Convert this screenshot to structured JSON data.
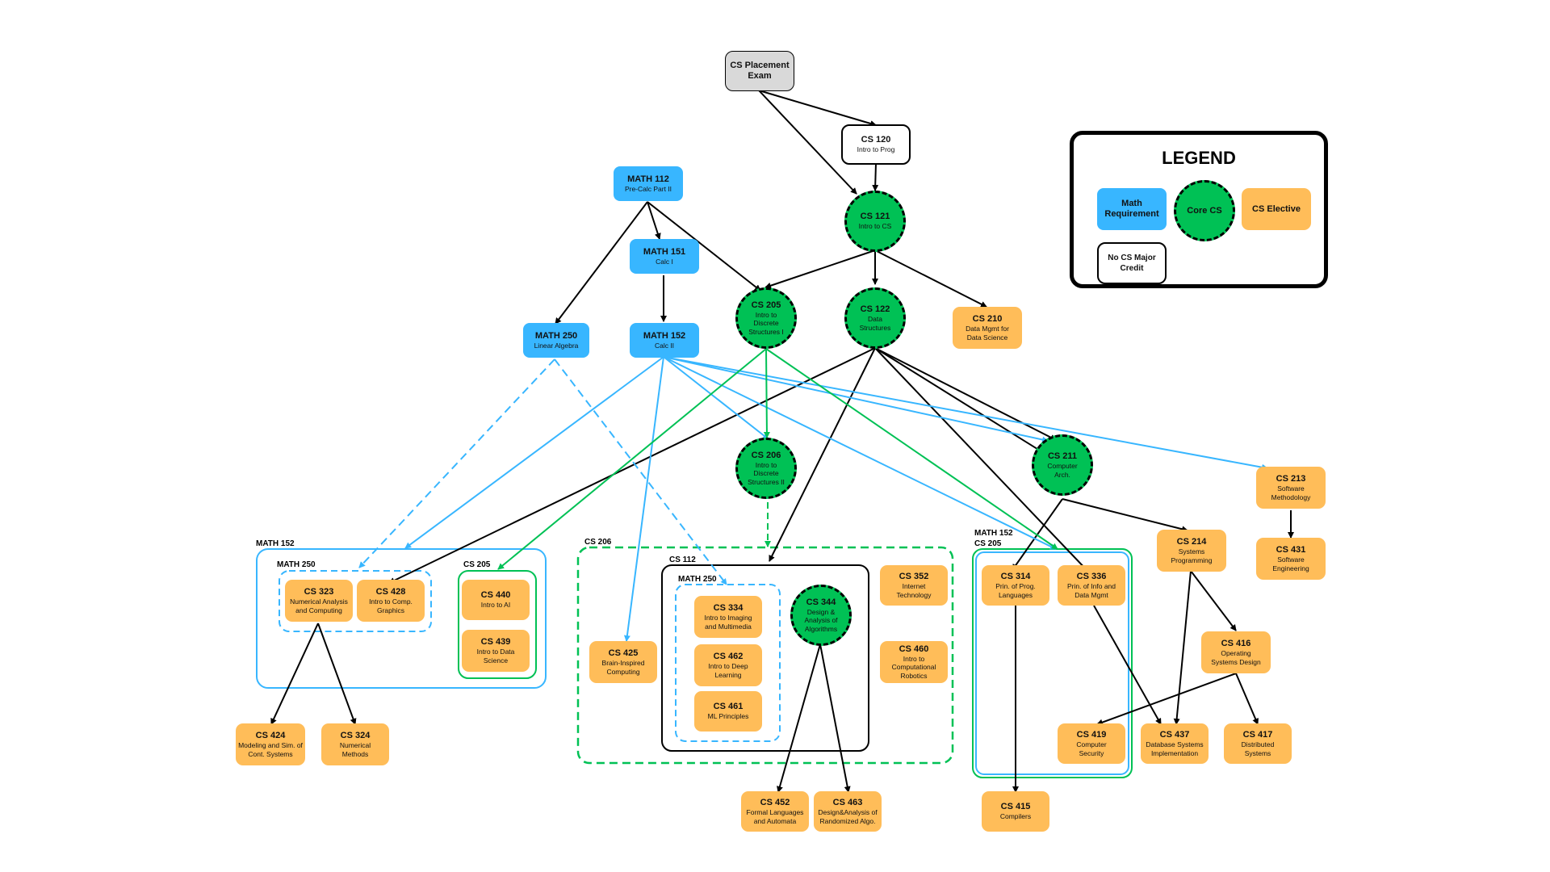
{
  "legend": {
    "title": "LEGEND",
    "math_label": "Math Requirement",
    "core_label": "Core CS",
    "elective_label": "CS Elective",
    "nocredit_label": "No CS Major Credit"
  },
  "colors": {
    "math": "#38b6ff",
    "core": "#00c155",
    "elective": "#ffbd59",
    "exam": "#d9d9d9"
  },
  "groups": {
    "math152_outer": "MATH 152",
    "math250_inner": "MATH 250",
    "cs205_left": "CS 205",
    "cs206_outer": "CS 206",
    "cs112_inner": "CS 112",
    "math250_mid": "MATH 250",
    "math152_cs205_right": "MATH 152\nCS 205"
  },
  "nodes": {
    "exam": {
      "code": "CS Placement Exam",
      "name": ""
    },
    "cs120": {
      "code": "CS 120",
      "name": "Intro to Prog"
    },
    "cs121": {
      "code": "CS 121",
      "name": "Intro to CS"
    },
    "math112": {
      "code": "MATH 112",
      "name": "Pre-Calc Part II"
    },
    "math151": {
      "code": "MATH 151",
      "name": "Calc I"
    },
    "math152": {
      "code": "MATH 152",
      "name": "Calc II"
    },
    "math250": {
      "code": "MATH 250",
      "name": "Linear Algebra"
    },
    "cs205": {
      "code": "CS 205",
      "name": "Intro to Discrete Structures I"
    },
    "cs122": {
      "code": "CS 122",
      "name": "Data Structures"
    },
    "cs210": {
      "code": "CS 210",
      "name": "Data Mgmt for Data Science"
    },
    "cs206": {
      "code": "CS 206",
      "name": "Intro to Discrete Structures II"
    },
    "cs211": {
      "code": "CS 211",
      "name": "Computer Arch."
    },
    "cs213": {
      "code": "CS 213",
      "name": "Software Methodology"
    },
    "cs431": {
      "code": "CS 431",
      "name": "Software Engineering"
    },
    "cs214": {
      "code": "CS 214",
      "name": "Systems Programming"
    },
    "cs323": {
      "code": "CS 323",
      "name": "Numerical Analysis and Computing"
    },
    "cs428": {
      "code": "CS 428",
      "name": "Intro to Comp. Graphics"
    },
    "cs440": {
      "code": "CS 440",
      "name": "Intro to AI"
    },
    "cs439": {
      "code": "CS 439",
      "name": "Intro to Data Science"
    },
    "cs424": {
      "code": "CS 424",
      "name": "Modeling and Sim. of Cont. Systems"
    },
    "cs324": {
      "code": "CS 324",
      "name": "Numerical Methods"
    },
    "cs425": {
      "code": "CS 425",
      "name": "Brain-Inspired Computing"
    },
    "cs334": {
      "code": "CS 334",
      "name": "Intro to Imaging and Multimedia"
    },
    "cs462": {
      "code": "CS 462",
      "name": "Intro to Deep Learning"
    },
    "cs461": {
      "code": "CS 461",
      "name": "ML Principles"
    },
    "cs344": {
      "code": "CS 344",
      "name": "Design & Analysis of Algorithms"
    },
    "cs352": {
      "code": "CS 352",
      "name": "Internet Technology"
    },
    "cs460": {
      "code": "CS 460",
      "name": "Intro to Computational Robotics"
    },
    "cs452": {
      "code": "CS 452",
      "name": "Formal Languages and Automata"
    },
    "cs463": {
      "code": "CS 463",
      "name": "Design&Analysis of Randomized Algo."
    },
    "cs314": {
      "code": "CS 314",
      "name": "Prin. of Prog. Languages"
    },
    "cs336": {
      "code": "CS 336",
      "name": "Prin. of Info and Data Mgmt"
    },
    "cs415": {
      "code": "CS 415",
      "name": "Compilers"
    },
    "cs416": {
      "code": "CS 416",
      "name": "Operating Systems Design"
    },
    "cs419": {
      "code": "CS 419",
      "name": "Computer Security"
    },
    "cs437": {
      "code": "CS 437",
      "name": "Database Systems Implementation"
    },
    "cs417": {
      "code": "CS 417",
      "name": "Distributed Systems"
    }
  }
}
